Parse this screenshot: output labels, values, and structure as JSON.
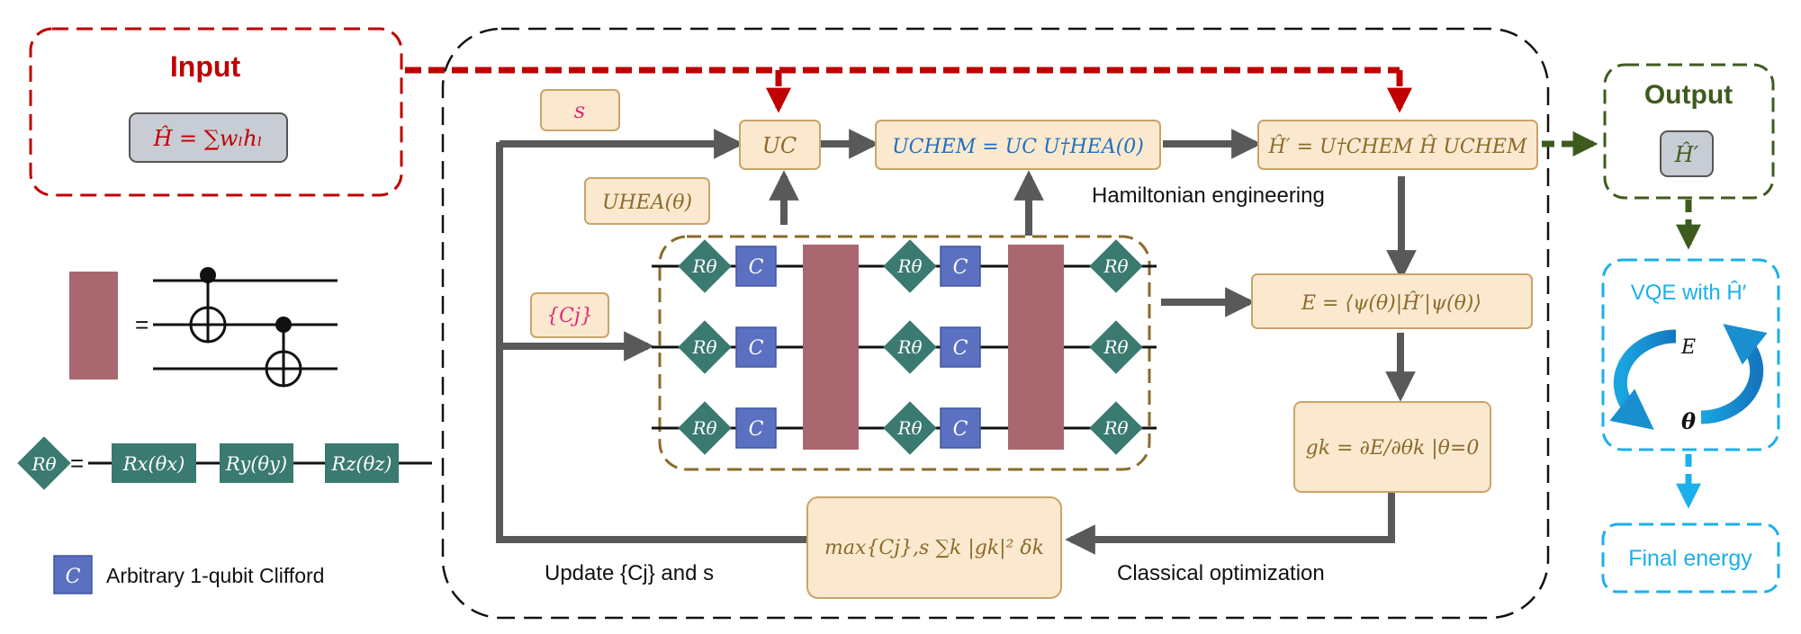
{
  "input": {
    "title": "Input",
    "hamiltonian": "Ĥ = ∑wₗhₗ"
  },
  "output": {
    "title": "Output",
    "hamiltonian": "Ĥ′"
  },
  "vqe": {
    "title": "VQE with Ĥ′",
    "energy_symbol": "E",
    "theta_symbol": "θ"
  },
  "final_energy": "Final energy",
  "legend": {
    "gate_equals": "=",
    "rtheta": "Rθ",
    "rtheta_equals": "=",
    "rx": "Rx(θx)",
    "ry": "Ry(θy)",
    "rz": "Rz(θz)",
    "clifford_symbol": "C",
    "clifford_text": "Arbitrary 1-qubit Clifford"
  },
  "main": {
    "s_label": "s",
    "uhea_label": "UHEA(θ)",
    "cj_label": "{Cj}",
    "uc_label": "UC",
    "uchem_label": "UCHEM = UC U†HEA(0)",
    "hprime_label": "Ĥ′ = U†CHEM Ĥ UCHEM",
    "hamiltonian_engineering": "Hamiltonian engineering",
    "energy_label": "E = ⟨ψ(θ)|Ĥ′|ψ(θ)⟩",
    "gradient_label": "gk = ∂E/∂θk |θ=0",
    "max_label": "max{Cj},s ∑k |gk|² δk",
    "update_label": "Update {Cj} and s",
    "classical_optimization": "Classical optimization",
    "circuit_rtheta": "Rθ",
    "circuit_c": "C"
  },
  "colors": {
    "red": "#c00000",
    "green": "#3e5b1e",
    "cyan": "#1bb0ea",
    "brown": "#8b6a2b",
    "peach_fill": "#fbe9cf",
    "peach_stroke": "#c9a46a",
    "teal": "#3a7a70",
    "clifford": "#5b70c0",
    "block": "#a96870",
    "gray_arrow": "#595959",
    "blue_text": "#1f6fbf"
  }
}
